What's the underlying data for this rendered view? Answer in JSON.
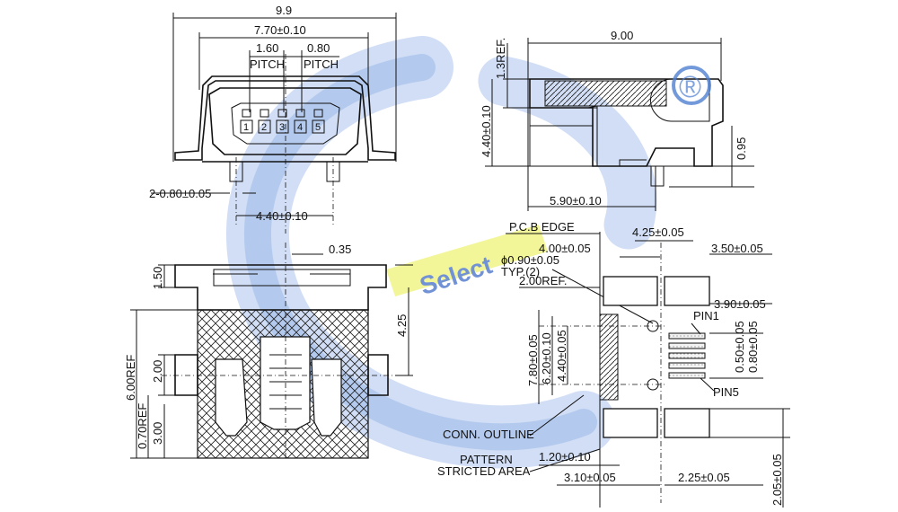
{
  "watermark": {
    "text": "Select",
    "colors": {
      "ring": "#6f93d6",
      "ring_light": "#c9d9f4",
      "tag": "#eef37a",
      "registered": "#4f7fd1"
    }
  },
  "top_left_view": {
    "overall_width": "9.9",
    "body_width": "7.70±0.10",
    "pitch_left": "1.60",
    "pitch_right": "0.80",
    "pitch_label_left": "PITCH",
    "pitch_label_right": "PITCH",
    "pins": [
      "1",
      "2",
      "3",
      "4",
      "5"
    ],
    "post_dia": "2-0.80±0.05",
    "post_spacing": "4.40±0.10"
  },
  "side_view": {
    "length": "9.00",
    "ref_height": "1.3REF.",
    "height": "4.40±0.10",
    "leg_height": "0.95",
    "leg_offset": "5.90±0.10",
    "registered_mark": "®"
  },
  "bottom_view": {
    "tab_offset": "0.35",
    "top_margin": "1.50",
    "overall_ref": "6.00REF",
    "tab_height": "2.00",
    "mid_ref": "0.70REF",
    "bottom_gap": "3.00",
    "center_offset": "4.25"
  },
  "footprint": {
    "pcb_edge": "P.C.B EDGE",
    "pitch_center": "4.25±0.05",
    "pad_span": "4.00±0.05",
    "pad_right": "3.50±0.05",
    "hole": "ϕ0.90±0.05",
    "hole_typ": "TYP.(2)",
    "ref_200": "2.00REF.",
    "pad_390": "3.90±0.05",
    "pin1": "PIN1",
    "pin5": "PIN5",
    "h780": "7.80±0.05",
    "h620": "6.20±0.10",
    "h440": "4.40±0.05",
    "p050": "0.50±0.05",
    "p080": "0.80±0.05",
    "conn_outline": "CONN. OUTLINE",
    "pattern": "PATTERN",
    "restricted": "STRICTED AREA",
    "w120": "1.20±0.10",
    "w310": "3.10±0.05",
    "w225": "2.25±0.05",
    "h205": "2.05±0.05"
  }
}
